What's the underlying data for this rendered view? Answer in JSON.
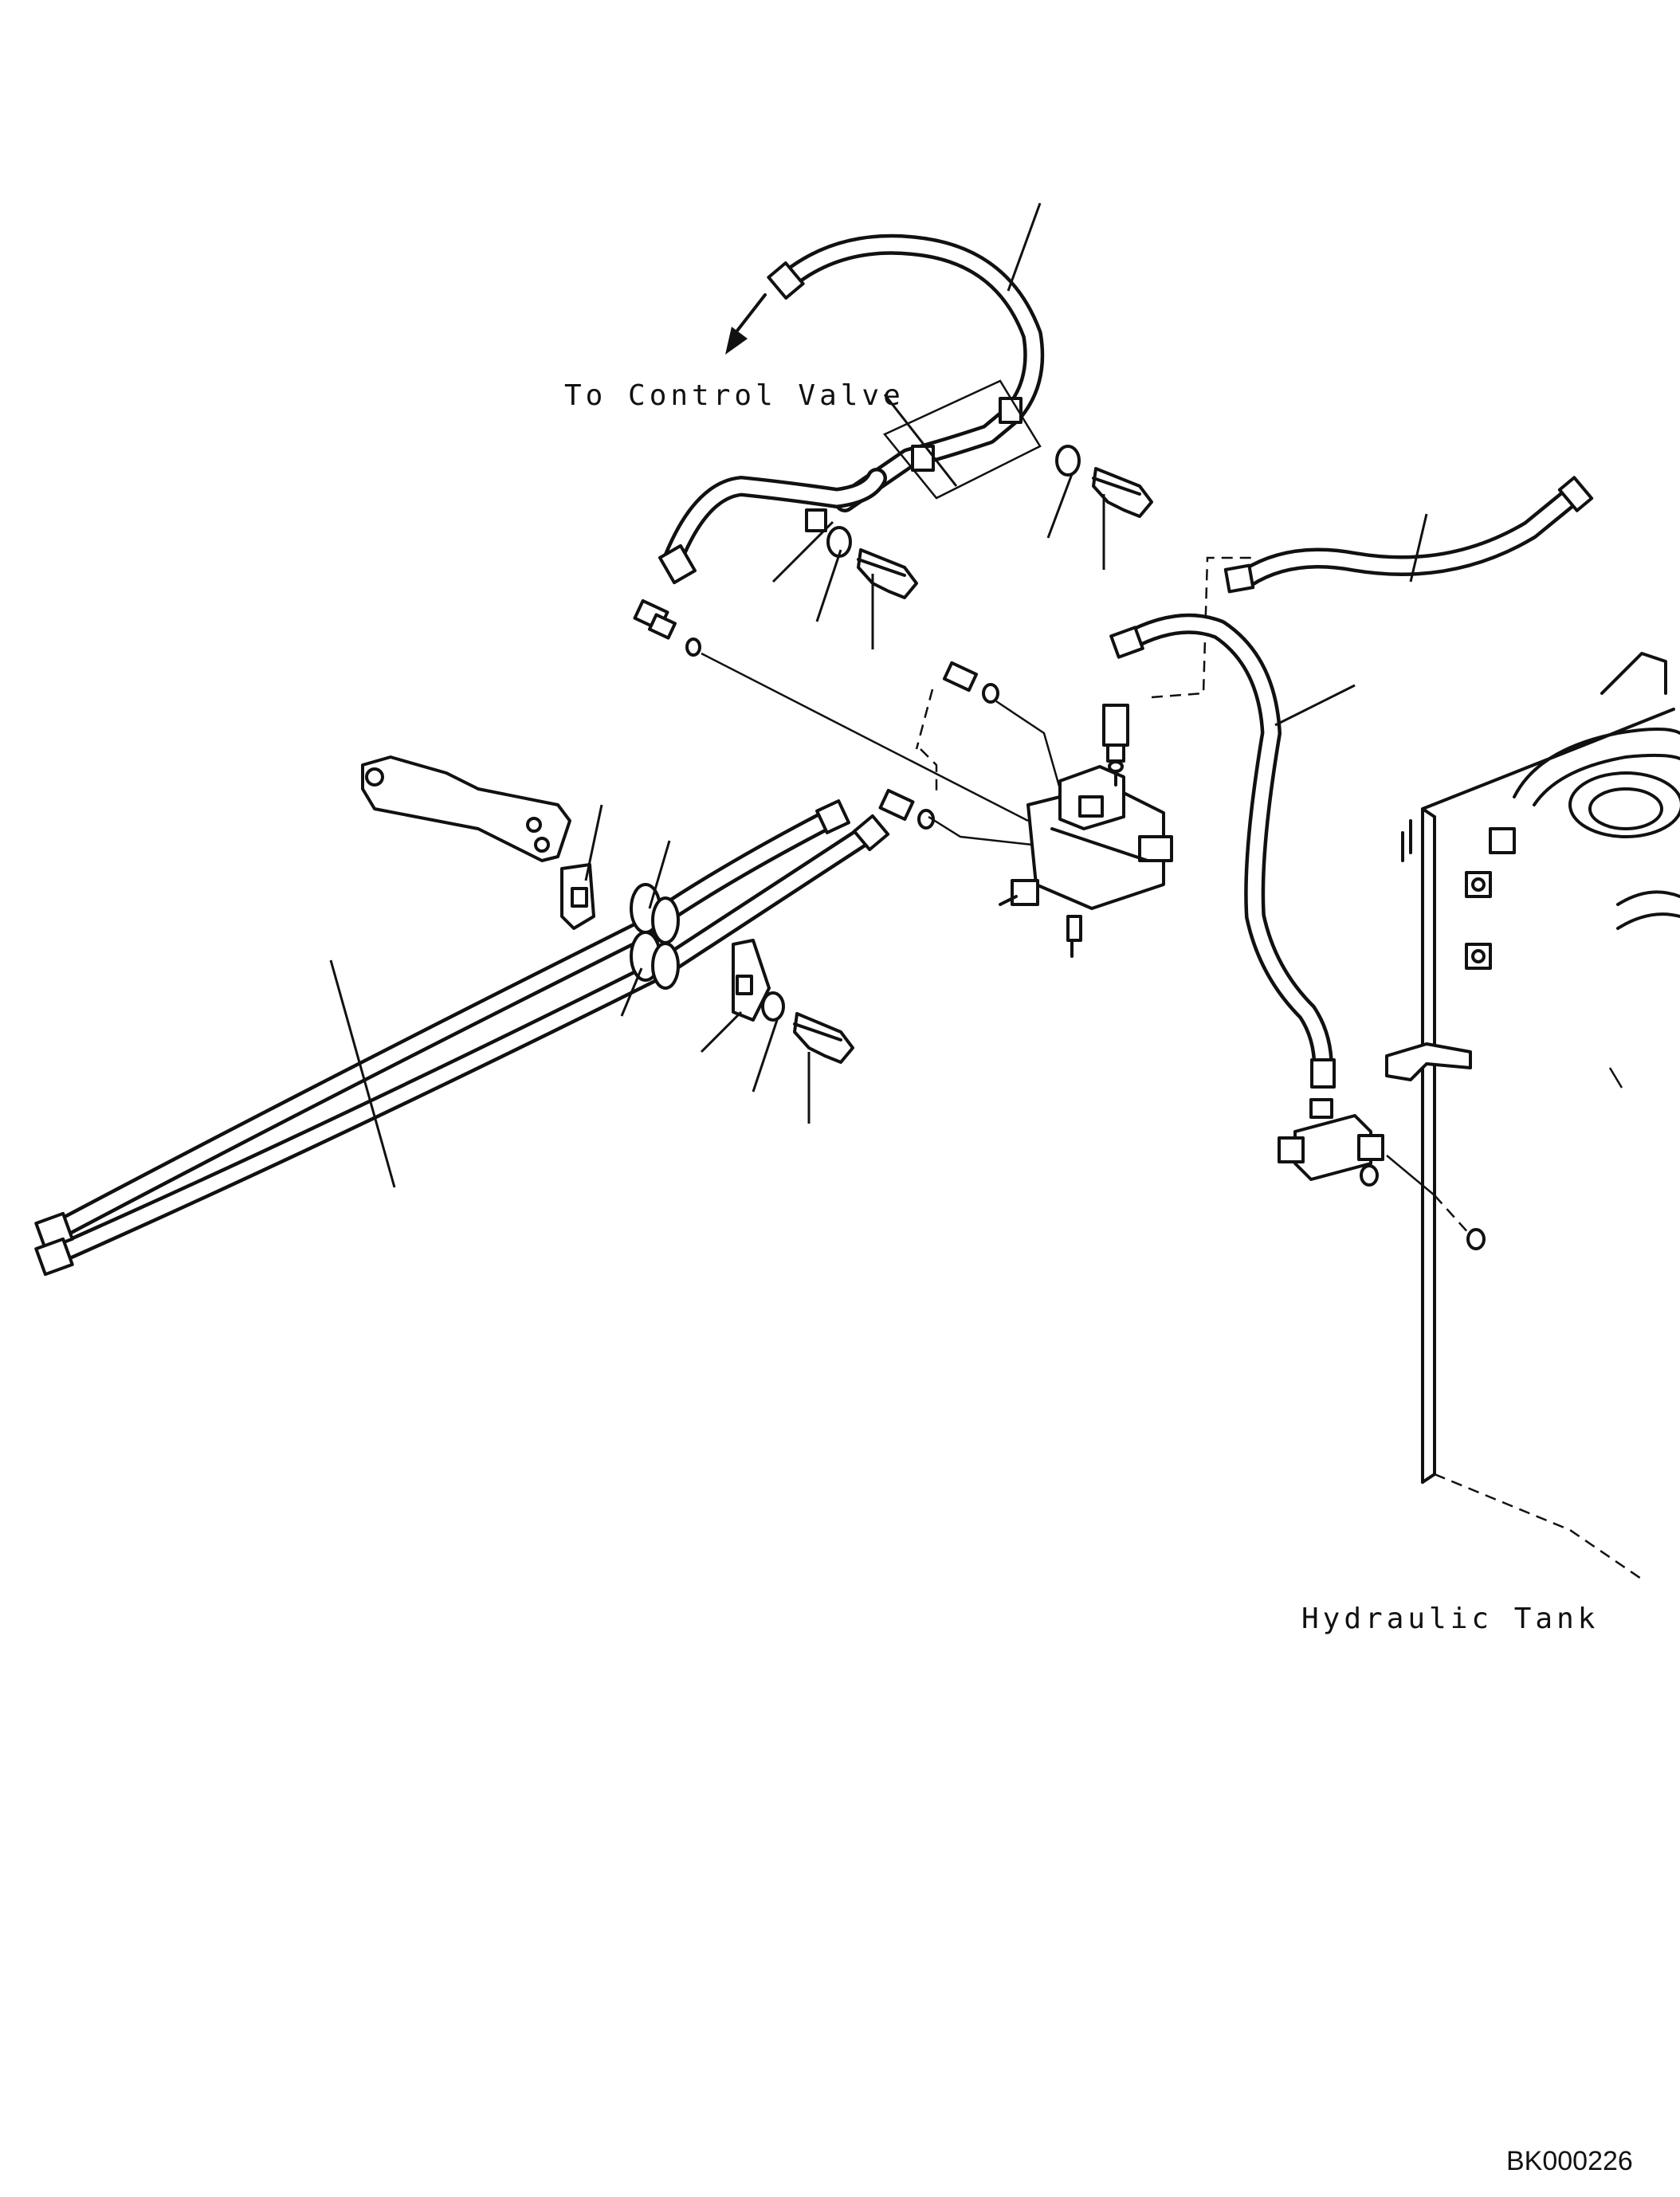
{
  "labels": {
    "to_control_valve": "To Control Valve",
    "hydraulic_tank": "Hydraulic Tank",
    "drawing_code": "BK000226"
  },
  "colors": {
    "ink": "#111111",
    "paper": "#ffffff"
  }
}
